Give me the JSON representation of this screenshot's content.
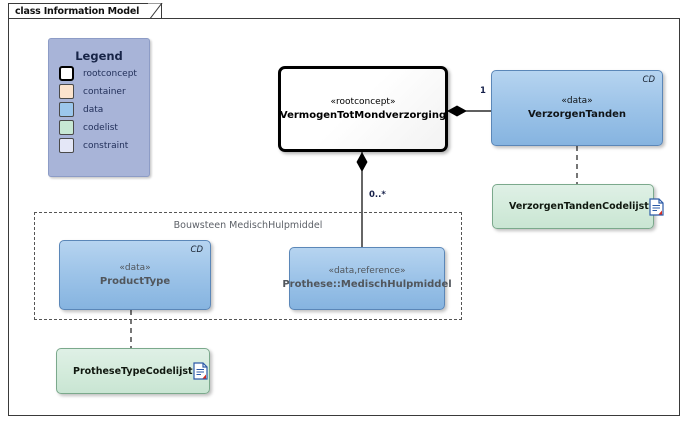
{
  "diagram": {
    "title": "class Information Model",
    "frame_border": "#3a3a3a"
  },
  "legend": {
    "title": "Legend",
    "items": [
      {
        "label": "rootconcept",
        "color": "#ffffff",
        "kind": "rootconcept"
      },
      {
        "label": "container",
        "color": "#fbe3cd",
        "kind": "container"
      },
      {
        "label": "data",
        "color": "#9cc7ec",
        "kind": "data"
      },
      {
        "label": "codelist",
        "color": "#c7e8d4",
        "kind": "codelist"
      },
      {
        "label": "constraint",
        "color": "#e4e7f7",
        "kind": "constraint"
      }
    ]
  },
  "nodes": {
    "rootconcept": {
      "stereotype": "«rootconcept»",
      "name": "VermogenTotMondverzorging",
      "kind": "rootconcept"
    },
    "verzorgen_tanden": {
      "stereotype": "«data»",
      "name": "VerzorgenTanden",
      "kind": "data",
      "marker": "CD"
    },
    "verzorgen_tanden_codelijst": {
      "name": "VerzorgenTandenCodelijst",
      "kind": "codelist",
      "icon": "document-icon"
    },
    "product_type": {
      "stereotype": "«data»",
      "name": "ProductType",
      "kind": "data",
      "marker": "CD"
    },
    "medisch_hulpmiddel": {
      "stereotype": "«data,reference»",
      "name": "Prothese::MedischHulpmiddel",
      "kind": "data"
    },
    "prothese_type_codelijst": {
      "name": "ProtheseTypeCodelijst",
      "kind": "codelist",
      "icon": "document-icon"
    }
  },
  "group": {
    "label": "Bouwsteen MedischHulpmiddel"
  },
  "connectors": {
    "root_to_verzorgen_tanden": {
      "type": "composition",
      "multiplicity_target": "1"
    },
    "root_to_medisch_hulpmiddel": {
      "type": "composition",
      "multiplicity_target": "0..*"
    },
    "verzorgen_tanden_to_codelijst": {
      "type": "dependency"
    },
    "product_type_to_codelijst": {
      "type": "dependency"
    }
  },
  "colors": {
    "legend_bg": "#a8b4d8",
    "data_fill": "#9cc3e8",
    "codelist_fill": "#d3ebdb",
    "line": "#000000"
  }
}
